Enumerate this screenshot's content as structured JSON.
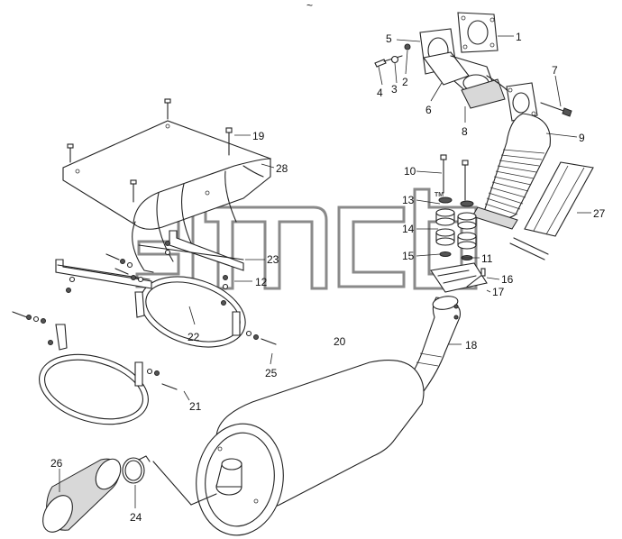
{
  "diagram": {
    "top_mark": "~",
    "watermark": "amcb",
    "trademark": "TM",
    "callouts": [
      {
        "id": "c1",
        "text": "1"
      },
      {
        "id": "c2",
        "text": "2"
      },
      {
        "id": "c3",
        "text": "3"
      },
      {
        "id": "c4",
        "text": "4"
      },
      {
        "id": "c5",
        "text": "5"
      },
      {
        "id": "c6",
        "text": "6"
      },
      {
        "id": "c7",
        "text": "7"
      },
      {
        "id": "c8",
        "text": "8"
      },
      {
        "id": "c9",
        "text": "9"
      },
      {
        "id": "c10",
        "text": "10"
      },
      {
        "id": "c11",
        "text": "11"
      },
      {
        "id": "c12",
        "text": "12"
      },
      {
        "id": "c13",
        "text": "13"
      },
      {
        "id": "c14",
        "text": "14"
      },
      {
        "id": "c15",
        "text": "15"
      },
      {
        "id": "c16",
        "text": "16"
      },
      {
        "id": "c17",
        "text": "17"
      },
      {
        "id": "c18",
        "text": "18"
      },
      {
        "id": "c19",
        "text": "19"
      },
      {
        "id": "c20",
        "text": "20"
      },
      {
        "id": "c21",
        "text": "21"
      },
      {
        "id": "c22",
        "text": "22"
      },
      {
        "id": "c23",
        "text": "23"
      },
      {
        "id": "c24",
        "text": "24"
      },
      {
        "id": "c25",
        "text": "25"
      },
      {
        "id": "c26",
        "text": "26"
      },
      {
        "id": "c27",
        "text": "27"
      },
      {
        "id": "c28",
        "text": "28"
      }
    ]
  }
}
